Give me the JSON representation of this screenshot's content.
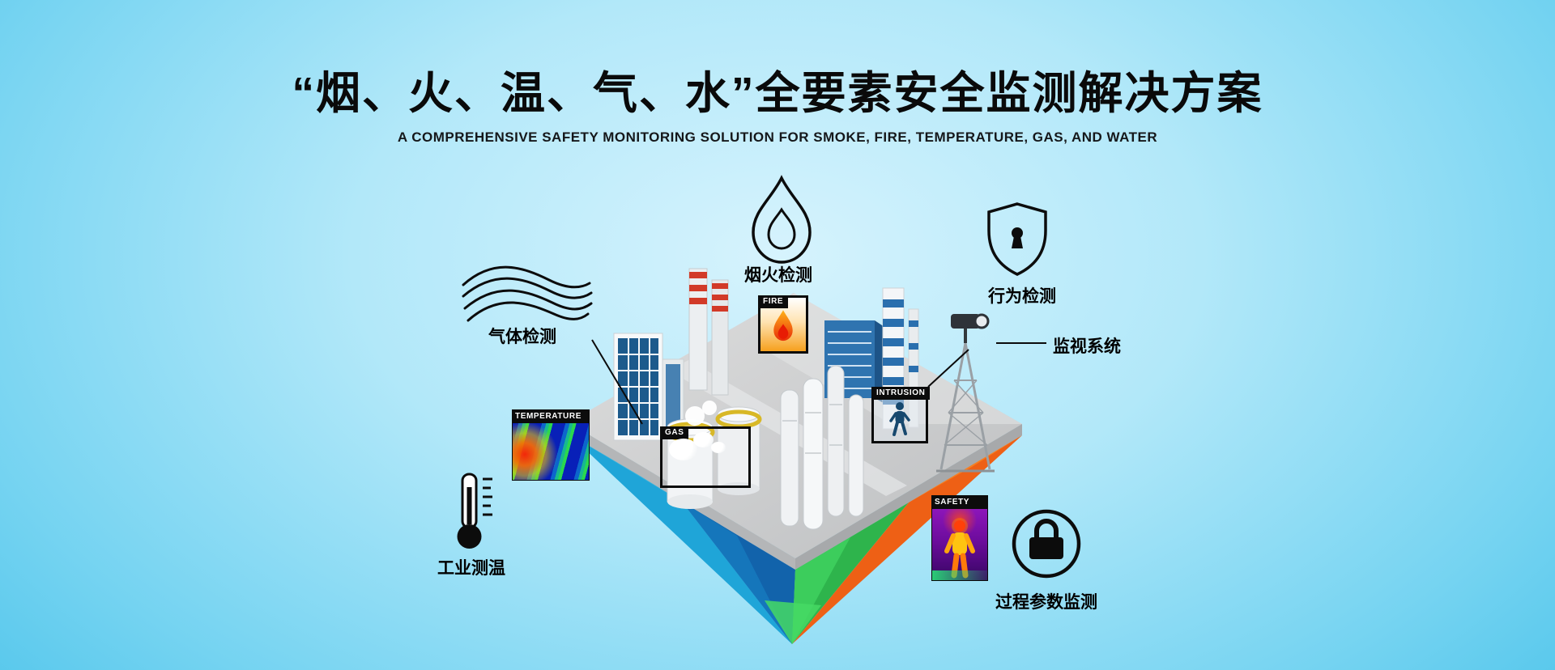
{
  "banner": {
    "title": "“烟、火、温、气、水”全要素安全监测解决方案",
    "subtitle": "A COMPREHENSIVE SAFETY MONITORING SOLUTION FOR SMOKE, FIRE, TEMPERATURE, GAS, AND WATER"
  },
  "callouts": {
    "smoke_fire_label": "烟火检测",
    "behavior_label": "行为检测",
    "surveillance_label": "监视系统",
    "gas_label": "气体检测",
    "temperature_label": "工业测温",
    "process_label": "过程参数监测"
  },
  "scene_tags": {
    "fire": "FIRE",
    "gas": "GAS",
    "temperature": "TEMPERATURE",
    "intrusion": "INTRUSION",
    "safety": "SAFETY"
  },
  "colors": {
    "background_sky": "#3cbde7",
    "background_center": "#d6f3fd",
    "title_text": "#0a0a0a",
    "facet_orange": "#ee6015",
    "facet_blue": "#1263ab",
    "facet_teal": "#1fa5d8",
    "facet_green": "#2eb44c",
    "platform_gray": "#cfd1d3",
    "tag_black": "#0b0b0b"
  }
}
